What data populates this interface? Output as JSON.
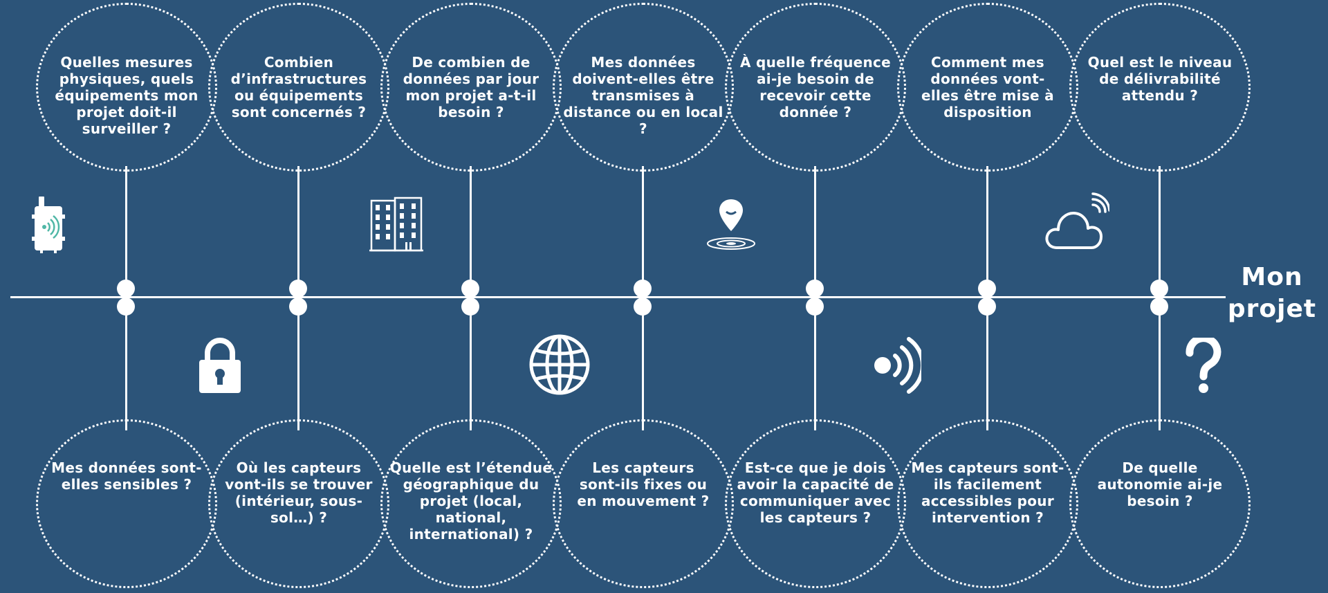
{
  "top_questions": [
    "Quelles mesures physiques, quels équipements mon projet doit-il surveiller ?",
    "Combien d’infrastructures ou équipements sont concernés ?",
    "De combien de données par jour mon projet a-t-il besoin ?",
    "Mes données doivent-elles être transmises à distance ou en local ?",
    "À quelle fréquence ai-je besoin de recevoir cette donnée ?",
    "Comment mes données vont-elles être mise à disposition",
    "Quel est le niveau de délivrabilité attendu ?"
  ],
  "bottom_questions": [
    "Mes données sont-elles sensibles ?",
    "Où les capteurs vont-ils se trouver (intérieur, sous-sol…) ?",
    "Quelle est l’étendue géographique du projet (local, national, international) ?",
    "Les capteurs sont-ils fixes ou en mouvement ?",
    "Est-ce que je dois avoir la capacité de communiquer avec les capteurs ?",
    "Mes capteurs sont-ils facilement accessibles pour intervention ?",
    "De quelle autonomie ai-je besoin ?"
  ],
  "end_label": "Mon projet",
  "icons": {
    "top": [
      "sensor-device-icon",
      "building-icon",
      "location-pin-icon",
      "cloud-signal-icon"
    ],
    "bottom": [
      "padlock-icon",
      "globe-icon",
      "wireless-signal-icon",
      "question-mark-icon"
    ]
  },
  "colors": {
    "background": "#2c5479",
    "foreground": "#ffffff",
    "sensor_accent": "#4fb7a6"
  }
}
